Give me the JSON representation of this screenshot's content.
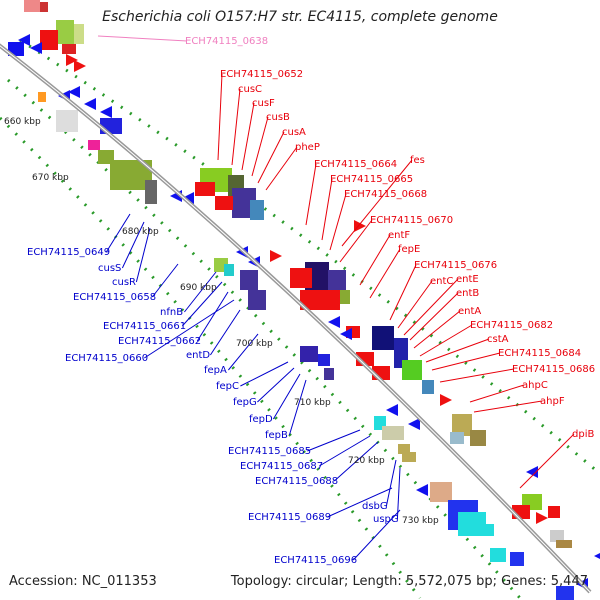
{
  "title": "Escherichia coli O157:H7 str. EC4115, complete genome",
  "accession": "Accession: NC_011353",
  "summary": "Topology: circular; Length: 5,572,075 bp; Genes: 5,447",
  "colors": {
    "forward_label": "#e8000b",
    "reverse_label": "#0000cc",
    "highlight_label": "#f080c0",
    "backbone": "#999999",
    "tick_dots": "#2a9a2a"
  },
  "scale_ticks": [
    "660 kbp",
    "670 kbp",
    "680 kbp",
    "690 kbp",
    "700 kbp",
    "710 kbp",
    "720 kbp",
    "730 kbp"
  ],
  "labels_right": [
    "ECH74115_0638",
    "ECH74115_0652",
    "cusC",
    "cusF",
    "cusB",
    "cusA",
    "pheP",
    "ECH74115_0664",
    "fes",
    "ECH74115_0665",
    "ECH74115_0668",
    "ECH74115_0670",
    "entF",
    "fepE",
    "ECH74115_0676",
    "entC",
    "entE",
    "entB",
    "entA",
    "ECH74115_0682",
    "cstA",
    "ECH74115_0684",
    "ECH74115_0686",
    "ahpC",
    "ahpF",
    "dpiB"
  ],
  "labels_left": [
    "ECH74115_0649",
    "cusS",
    "cusR",
    "ECH74115_0658",
    "nfnB",
    "ECH74115_0661",
    "ECH74115_0662",
    "ECH74115_0660",
    "entD",
    "fepA",
    "fepC",
    "fepG",
    "fepD",
    "fepB",
    "ECH74115_0685",
    "ECH74115_0687",
    "ECH74115_0688",
    "dsbG",
    "uspG",
    "ECH74115_0689",
    "ECH74115_0696"
  ]
}
